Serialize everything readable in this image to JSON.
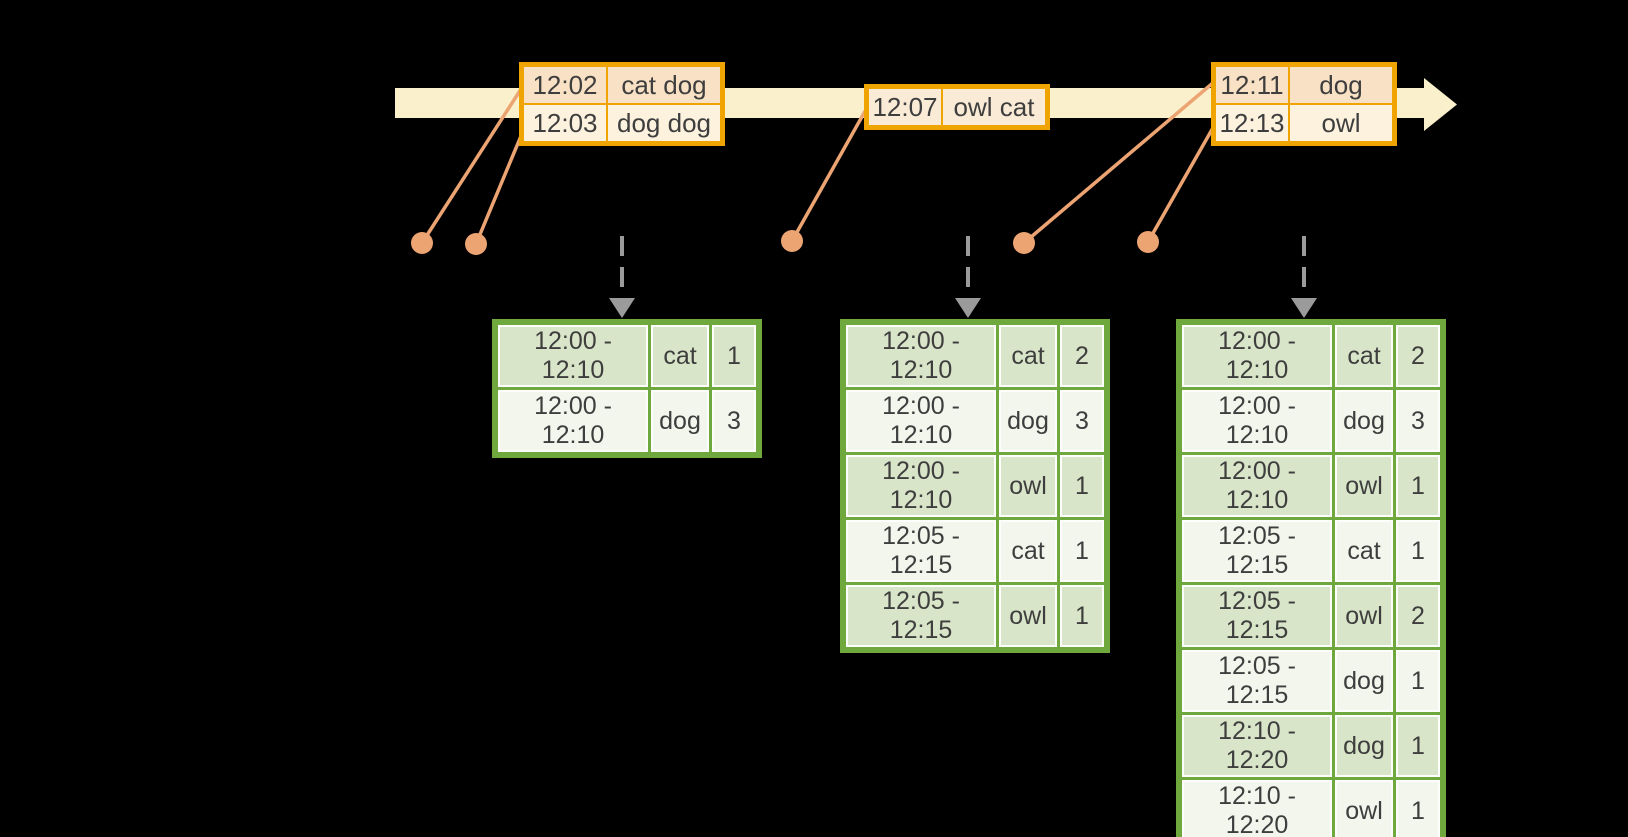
{
  "diagram": "streaming-windowed-word-counts",
  "colors": {
    "background": "#000000",
    "timeline_band": "#faf0cb",
    "event_table_border": "#f0a402",
    "event_row_peach": "#f8e1c4",
    "event_row_cream": "#fcf2de",
    "event_row_single": "#faebd6",
    "event_dot": "#eca472",
    "connector_line": "#eca472",
    "trigger_arrow_gray": "#9b9b9b",
    "result_table_border": "#6fa93d",
    "result_row_green": "#d8e5c8",
    "result_row_light": "#f2f6ec",
    "text": "#3e3e3e"
  },
  "icons": {
    "timeline_arrow": "right-arrowhead",
    "trigger_arrow": "dashed-down-arrow",
    "event_dot": "filled-circle"
  },
  "event_tables": [
    {
      "rows": [
        [
          "12:02",
          "cat dog"
        ],
        [
          "12:03",
          "dog dog"
        ]
      ]
    },
    {
      "rows": [
        [
          "12:07",
          "owl cat"
        ]
      ]
    },
    {
      "rows": [
        [
          "12:11",
          "dog"
        ],
        [
          "12:13",
          "owl"
        ]
      ]
    }
  ],
  "result_tables": [
    {
      "rows": [
        [
          "12:00 - 12:10",
          "cat",
          "1"
        ],
        [
          "12:00 - 12:10",
          "dog",
          "3"
        ]
      ]
    },
    {
      "rows": [
        [
          "12:00 - 12:10",
          "cat",
          "2"
        ],
        [
          "12:00 - 12:10",
          "dog",
          "3"
        ],
        [
          "12:00 - 12:10",
          "owl",
          "1"
        ],
        [
          "12:05 - 12:15",
          "cat",
          "1"
        ],
        [
          "12:05 - 12:15",
          "owl",
          "1"
        ]
      ]
    },
    {
      "rows": [
        [
          "12:00 - 12:10",
          "cat",
          "2"
        ],
        [
          "12:00 - 12:10",
          "dog",
          "3"
        ],
        [
          "12:00 - 12:10",
          "owl",
          "1"
        ],
        [
          "12:05 - 12:15",
          "cat",
          "1"
        ],
        [
          "12:05 - 12:15",
          "owl",
          "2"
        ],
        [
          "12:05 - 12:15",
          "dog",
          "1"
        ],
        [
          "12:10 - 12:20",
          "dog",
          "1"
        ],
        [
          "12:10 - 12:20",
          "owl",
          "1"
        ]
      ]
    }
  ]
}
